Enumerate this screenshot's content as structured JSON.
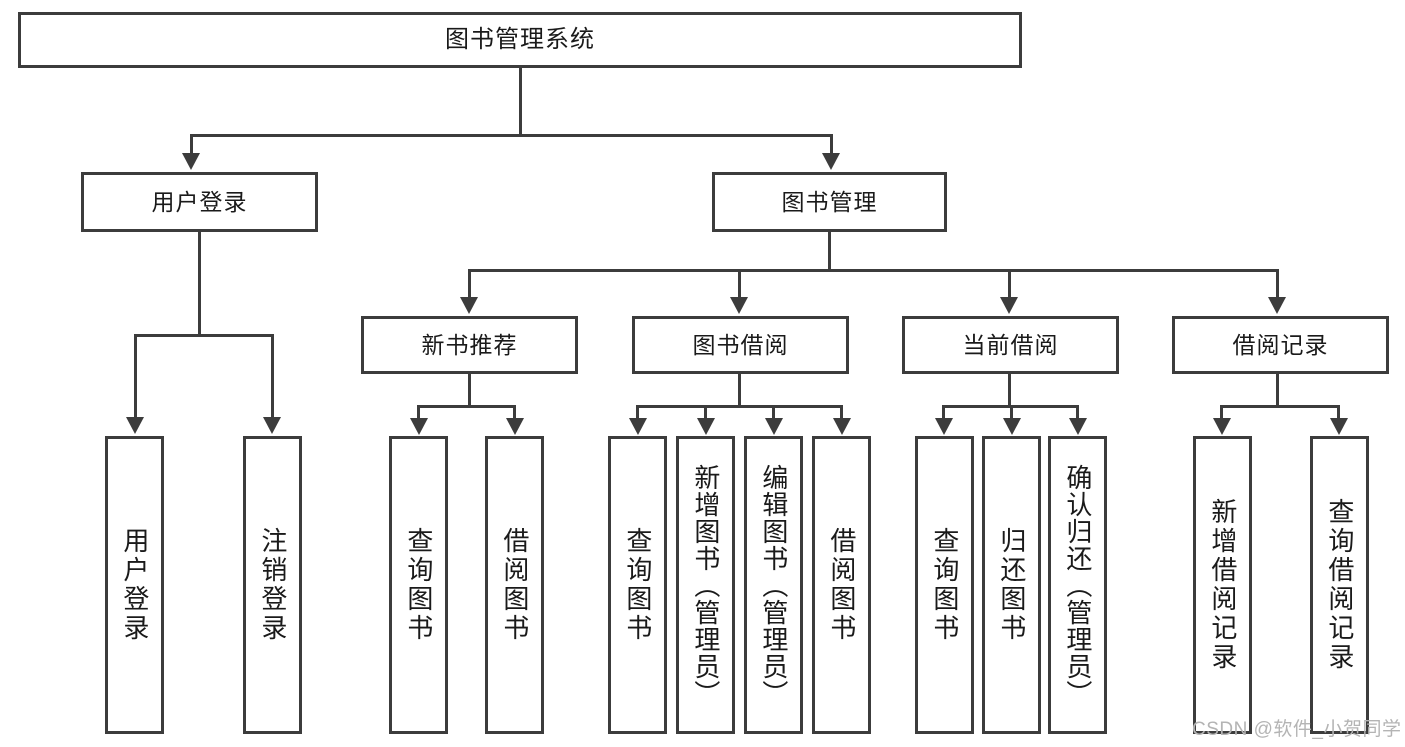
{
  "diagram": {
    "title": "图书管理系统",
    "type": "hierarchy-tree",
    "root": {
      "label": "图书管理系统"
    },
    "level2": [
      {
        "label": "用户登录"
      },
      {
        "label": "图书管理"
      }
    ],
    "level3": [
      {
        "label": "新书推荐"
      },
      {
        "label": "图书借阅"
      },
      {
        "label": "当前借阅"
      },
      {
        "label": "借阅记录"
      }
    ],
    "leaves": {
      "user_login": [
        {
          "label": "用户登录"
        },
        {
          "label": "注销登录"
        }
      ],
      "new_book_recommend": [
        {
          "label": "查询图书"
        },
        {
          "label": "借阅图书"
        }
      ],
      "book_borrow": [
        {
          "label": "查询图书"
        },
        {
          "label": "新增图书（管理员）"
        },
        {
          "label": "编辑图书（管理员）"
        },
        {
          "label": "借阅图书"
        }
      ],
      "current_borrow": [
        {
          "label": "查询图书"
        },
        {
          "label": "归还图书"
        },
        {
          "label": "确认归还（管理员）"
        }
      ],
      "borrow_record": [
        {
          "label": "新增借阅记录"
        },
        {
          "label": "查询借阅记录"
        }
      ]
    }
  },
  "watermark": {
    "text": "CSDN @软件_小贺同学"
  },
  "colors": {
    "stroke": "#3c3c3c",
    "background": "#ffffff",
    "text": "#1a1a1a",
    "watermark": "#b4b4b4"
  }
}
